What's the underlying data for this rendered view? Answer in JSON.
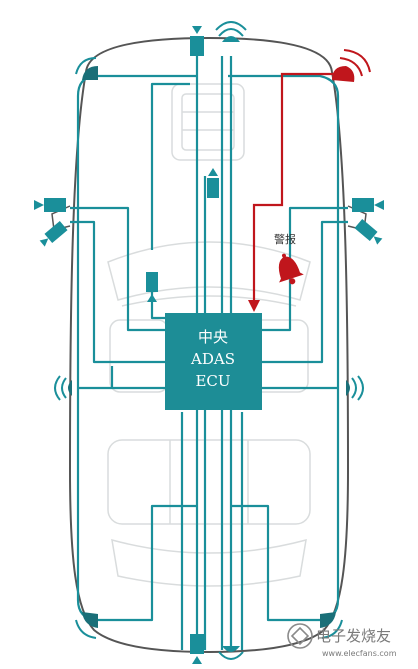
{
  "colors": {
    "wire": "#1a8f9a",
    "ecu": "#1d8d96",
    "alert": "#c0161c",
    "car_outline": "#555555",
    "car_ghost": "#d9dcdd",
    "sensor_dark": "#1a6f78"
  },
  "ecu": {
    "line1": "中央",
    "line2": "ADAS",
    "line3": "ECU"
  },
  "alarm": {
    "label": "警报",
    "icon": "alarm-bell-icon"
  },
  "watermark": {
    "text": "电子发烧友",
    "url": "www.elecfans.com"
  },
  "sensors": [
    "front-camera-icon",
    "front-radar-icon",
    "front-left-corner-radar-icon",
    "front-right-corner-radar-icon",
    "windshield-camera-icon",
    "left-mirror-camera-icon",
    "right-mirror-camera-icon",
    "cabin-camera-icon",
    "left-side-radar-icon",
    "right-side-radar-icon",
    "rear-left-corner-radar-icon",
    "rear-right-corner-radar-icon",
    "rear-camera-icon",
    "rear-radar-icon"
  ]
}
